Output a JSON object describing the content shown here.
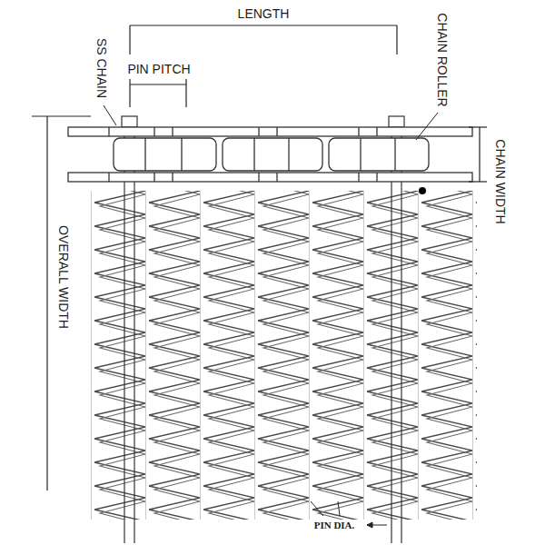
{
  "diagram": {
    "labels": [
      "LENGTH",
      "PIN PITCH",
      "SS CHAIN",
      "CHAIN ROLLER",
      "CHAIN WIDTH",
      "OVERALL WIDTH",
      "PIN DIA."
    ]
  }
}
